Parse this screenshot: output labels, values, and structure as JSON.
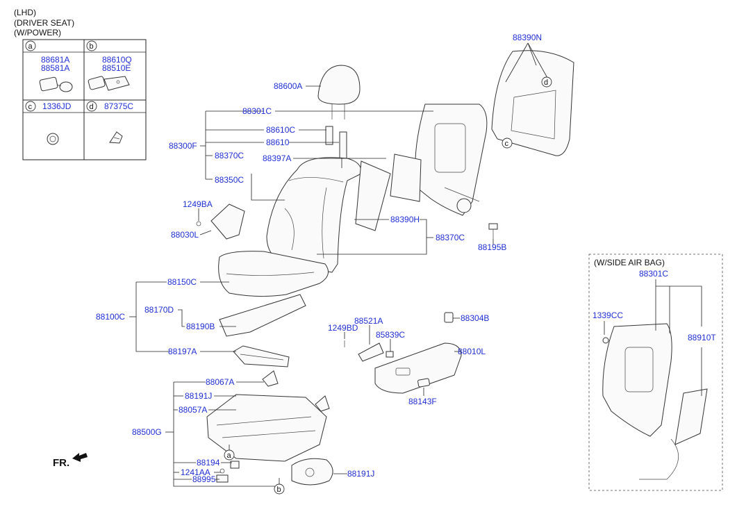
{
  "header": {
    "line1": "(LHD)",
    "line2": "(DRIVER SEAT)",
    "line3": "(W/POWER)"
  },
  "inset_table": {
    "cells": [
      {
        "key": "a",
        "parts": [
          "88681A",
          "88581A"
        ]
      },
      {
        "key": "b",
        "parts": [
          "88610Q",
          "88510E"
        ]
      },
      {
        "key": "c",
        "parts": [
          "1336JD"
        ]
      },
      {
        "key": "d",
        "parts": [
          "87375C"
        ]
      }
    ]
  },
  "side_airbag": {
    "title": "(W/SIDE AIR BAG)"
  },
  "fr_label": "FR.",
  "parts": {
    "p88390N": "88390N",
    "p88600A": "88600A",
    "p88301C": "88301C",
    "p88610C": "88610C",
    "p88300F": "88300F",
    "p88610": "88610",
    "p88370C_a": "88370C",
    "p88397A": "88397A",
    "p88350C": "88350C",
    "p1249BA": "1249BA",
    "p88030L": "88030L",
    "p88390H": "88390H",
    "p88370C_b": "88370C",
    "p88195B": "88195B",
    "p88150C": "88150C",
    "p88100C": "88100C",
    "p88170D": "88170D",
    "p88190B": "88190B",
    "p88197A": "88197A",
    "p88521A": "88521A",
    "p1249BD": "1249BD",
    "p85839C": "85839C",
    "p88304B": "88304B",
    "p88010L": "88010L",
    "p88143F": "88143F",
    "p88067A": "88067A",
    "p88191J_a": "88191J",
    "p88057A": "88057A",
    "p88500G": "88500G",
    "p88194": "88194",
    "p1241AA": "1241AA",
    "p88995": "88995",
    "p88191J_b": "88191J",
    "p88301C_sab": "88301C",
    "p1339CC": "1339CC",
    "p88910T": "88910T"
  },
  "callouts": {
    "a": "a",
    "b": "b",
    "c": "c",
    "d": "d"
  }
}
